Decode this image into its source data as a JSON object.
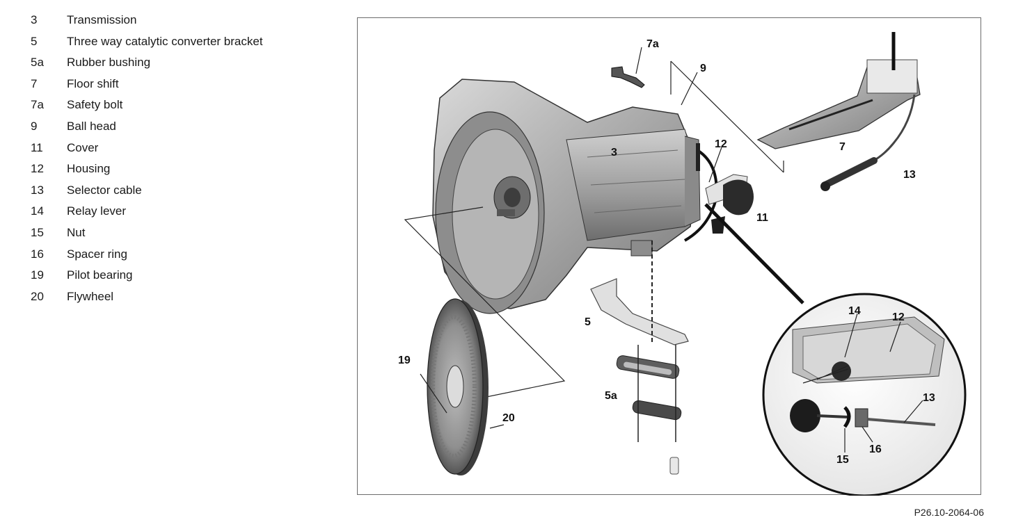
{
  "legend": {
    "items": [
      {
        "num": "3",
        "label": "Transmission"
      },
      {
        "num": "5",
        "label": "Three way catalytic converter bracket"
      },
      {
        "num": "5a",
        "label": "Rubber bushing"
      },
      {
        "num": "7",
        "label": "Floor shift"
      },
      {
        "num": "7a",
        "label": "Safety bolt"
      },
      {
        "num": "9",
        "label": "Ball head"
      },
      {
        "num": "11",
        "label": "Cover"
      },
      {
        "num": "12",
        "label": "Housing"
      },
      {
        "num": "13",
        "label": "Selector cable"
      },
      {
        "num": "14",
        "label": "Relay lever"
      },
      {
        "num": "15",
        "label": "Nut"
      },
      {
        "num": "16",
        "label": "Spacer ring"
      },
      {
        "num": "19",
        "label": "Pilot bearing"
      },
      {
        "num": "20",
        "label": "Flywheel"
      }
    ]
  },
  "figure": {
    "callouts": {
      "c3": "3",
      "c5": "5",
      "c5a": "5a",
      "c7": "7",
      "c7a": "7a",
      "c9": "9",
      "c11": "11",
      "c12": "12",
      "c13": "13",
      "c19": "19",
      "c20": "20",
      "d14": "14",
      "d12": "12",
      "d13": "13",
      "d15": "15",
      "d16": "16"
    },
    "reference": "P26.10-2064-06"
  }
}
